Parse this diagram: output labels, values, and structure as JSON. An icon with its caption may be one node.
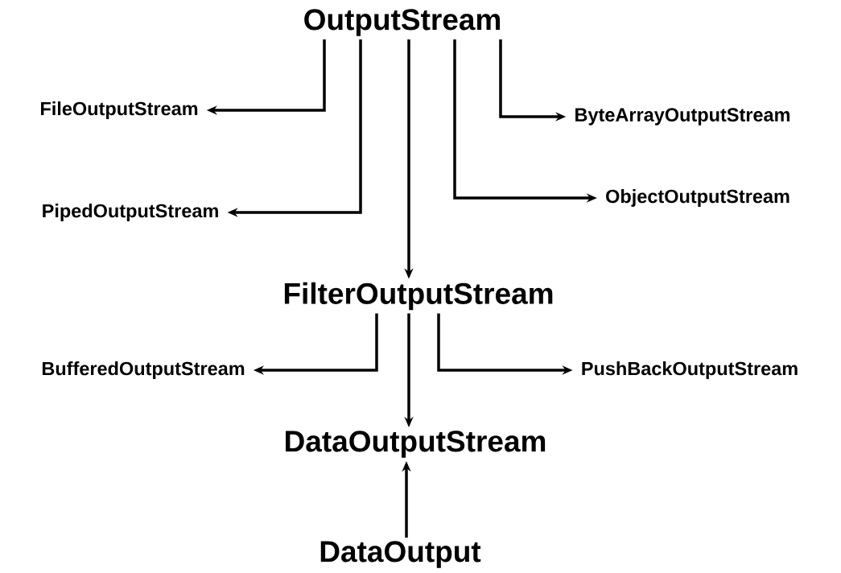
{
  "diagram": {
    "nodes": [
      {
        "text": [
          "OutputStream"
        ]
      },
      {
        "text": [
          "FileOutputStream"
        ]
      },
      {
        "text": [
          "ByteArrayOutputStream"
        ]
      },
      {
        "text": [
          "PipedOutputStream"
        ]
      },
      {
        "text": [
          "ObjectOutputStream"
        ]
      },
      {
        "text": [
          "FilterOutputStream"
        ]
      },
      {
        "text": [
          "BufferedOutputStream"
        ]
      },
      {
        "text": [
          "PushBackOutputStream"
        ]
      },
      {
        "text": [
          "DataOutputStream"
        ]
      },
      {
        "text": [
          "DataOutput"
        ]
      }
    ],
    "edges": [
      {
        "from": 0,
        "to": 1,
        "arrow": "to"
      },
      {
        "from": 0,
        "to": 3,
        "arrow": "to"
      },
      {
        "from": 0,
        "to": 5,
        "arrow": "to"
      },
      {
        "from": 0,
        "to": 4,
        "arrow": "to"
      },
      {
        "from": 0,
        "to": 2,
        "arrow": "to"
      },
      {
        "from": 5,
        "to": 6,
        "arrow": "to"
      },
      {
        "from": 5,
        "to": 8,
        "arrow": "to"
      },
      {
        "from": 5,
        "to": 7,
        "arrow": "to"
      },
      {
        "from": 9,
        "to": 8,
        "arrow": "to"
      }
    ]
  }
}
